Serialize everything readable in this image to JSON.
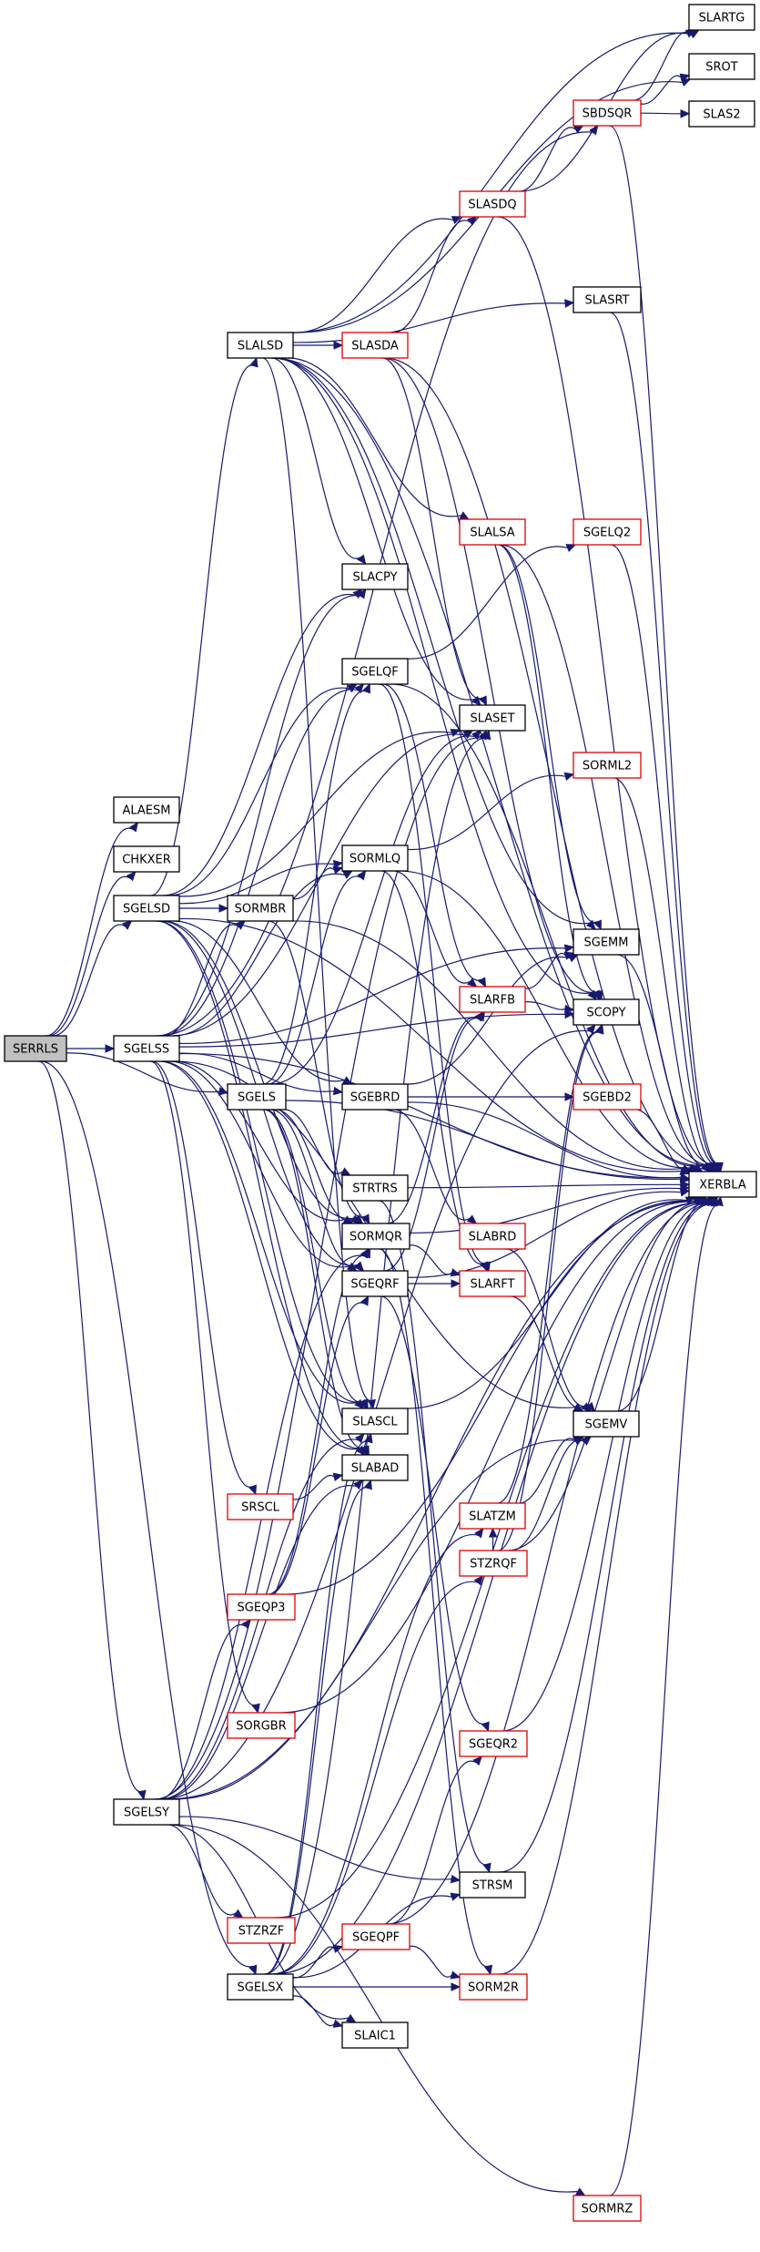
{
  "graph": {
    "nodes": [
      {
        "id": "SERRLS",
        "label": "SERRLS",
        "kind": "root"
      },
      {
        "id": "ALAESM",
        "label": "ALAESM",
        "kind": "documented"
      },
      {
        "id": "CHKXER",
        "label": "CHKXER",
        "kind": "documented"
      },
      {
        "id": "SGELSD",
        "label": "SGELSD",
        "kind": "documented"
      },
      {
        "id": "SGELSS",
        "label": "SGELSS",
        "kind": "documented"
      },
      {
        "id": "SGELS",
        "label": "SGELS",
        "kind": "documented"
      },
      {
        "id": "SGELSY",
        "label": "SGELSY",
        "kind": "documented"
      },
      {
        "id": "SGELSX",
        "label": "SGELSX",
        "kind": "documented"
      },
      {
        "id": "SLALSD",
        "label": "SLALSD",
        "kind": "documented"
      },
      {
        "id": "SORMBR",
        "label": "SORMBR",
        "kind": "documented"
      },
      {
        "id": "SLASDA",
        "label": "SLASDA",
        "kind": "undocumented"
      },
      {
        "id": "SLASDQ",
        "label": "SLASDQ",
        "kind": "undocumented"
      },
      {
        "id": "SBDSQR",
        "label": "SBDSQR",
        "kind": "undocumented"
      },
      {
        "id": "SLARTG",
        "label": "SLARTG",
        "kind": "documented"
      },
      {
        "id": "SROT",
        "label": "SROT",
        "kind": "documented"
      },
      {
        "id": "SLAS2",
        "label": "SLAS2",
        "kind": "documented"
      },
      {
        "id": "SLASRT",
        "label": "SLASRT",
        "kind": "documented"
      },
      {
        "id": "SLALSA",
        "label": "SLALSA",
        "kind": "undocumented"
      },
      {
        "id": "SGELQ2",
        "label": "SGELQ2",
        "kind": "undocumented"
      },
      {
        "id": "SLACPY",
        "label": "SLACPY",
        "kind": "documented"
      },
      {
        "id": "SGELQF",
        "label": "SGELQF",
        "kind": "documented"
      },
      {
        "id": "SLASET",
        "label": "SLASET",
        "kind": "documented"
      },
      {
        "id": "SORML2",
        "label": "SORML2",
        "kind": "undocumented"
      },
      {
        "id": "SORMLQ",
        "label": "SORMLQ",
        "kind": "documented"
      },
      {
        "id": "SGEMM",
        "label": "SGEMM",
        "kind": "documented"
      },
      {
        "id": "SLARFB",
        "label": "SLARFB",
        "kind": "undocumented"
      },
      {
        "id": "SCOPY",
        "label": "SCOPY",
        "kind": "documented"
      },
      {
        "id": "SGEBRD",
        "label": "SGEBRD",
        "kind": "documented"
      },
      {
        "id": "SGEBD2",
        "label": "SGEBD2",
        "kind": "undocumented"
      },
      {
        "id": "XERBLA",
        "label": "XERBLA",
        "kind": "documented"
      },
      {
        "id": "STRTRS",
        "label": "STRTRS",
        "kind": "documented"
      },
      {
        "id": "SORMQR",
        "label": "SORMQR",
        "kind": "documented"
      },
      {
        "id": "SLABRD",
        "label": "SLABRD",
        "kind": "undocumented"
      },
      {
        "id": "SGEQRF",
        "label": "SGEQRF",
        "kind": "documented"
      },
      {
        "id": "SLARFT",
        "label": "SLARFT",
        "kind": "undocumented"
      },
      {
        "id": "SLASCL",
        "label": "SLASCL",
        "kind": "documented"
      },
      {
        "id": "SGEMV",
        "label": "SGEMV",
        "kind": "documented"
      },
      {
        "id": "SLABAD",
        "label": "SLABAD",
        "kind": "documented"
      },
      {
        "id": "SRSCL",
        "label": "SRSCL",
        "kind": "undocumented"
      },
      {
        "id": "SLATZM",
        "label": "SLATZM",
        "kind": "undocumented"
      },
      {
        "id": "STZRQF",
        "label": "STZRQF",
        "kind": "undocumented"
      },
      {
        "id": "SGEQP3",
        "label": "SGEQP3",
        "kind": "undocumented"
      },
      {
        "id": "SORGBR",
        "label": "SORGBR",
        "kind": "undocumented"
      },
      {
        "id": "SGEQR2",
        "label": "SGEQR2",
        "kind": "undocumented"
      },
      {
        "id": "STRSM",
        "label": "STRSM",
        "kind": "documented"
      },
      {
        "id": "STZRZF",
        "label": "STZRZF",
        "kind": "undocumented"
      },
      {
        "id": "SGEQPF",
        "label": "SGEQPF",
        "kind": "undocumented"
      },
      {
        "id": "SORM2R",
        "label": "SORM2R",
        "kind": "undocumented"
      },
      {
        "id": "SLAIC1",
        "label": "SLAIC1",
        "kind": "documented"
      },
      {
        "id": "SORMRZ",
        "label": "SORMRZ",
        "kind": "undocumented"
      }
    ],
    "edges": [
      [
        "SERRLS",
        "ALAESM"
      ],
      [
        "SERRLS",
        "CHKXER"
      ],
      [
        "SERRLS",
        "SGELSD"
      ],
      [
        "SERRLS",
        "SGELSS"
      ],
      [
        "SERRLS",
        "SGELS"
      ],
      [
        "SERRLS",
        "SGELSY"
      ],
      [
        "SERRLS",
        "SGELSX"
      ],
      [
        "SGELSD",
        "SLALSD"
      ],
      [
        "SGELSD",
        "SORMBR"
      ],
      [
        "SGELSD",
        "SLACPY"
      ],
      [
        "SGELSD",
        "SGELQF"
      ],
      [
        "SGELSD",
        "SLASET"
      ],
      [
        "SGELSD",
        "SORMLQ"
      ],
      [
        "SGELSD",
        "SGEBRD"
      ],
      [
        "SGELSD",
        "SORMQR"
      ],
      [
        "SGELSD",
        "SGEQRF"
      ],
      [
        "SGELSD",
        "SLASCL"
      ],
      [
        "SGELSD",
        "SLABAD"
      ],
      [
        "SGELSD",
        "XERBLA"
      ],
      [
        "SLALSD",
        "SLASDA"
      ],
      [
        "SLALSD",
        "SLASDQ"
      ],
      [
        "SLALSD",
        "SLARTG"
      ],
      [
        "SLALSD",
        "SROT"
      ],
      [
        "SLALSD",
        "SLASRT"
      ],
      [
        "SLALSD",
        "SLALSA"
      ],
      [
        "SLALSD",
        "SLACPY"
      ],
      [
        "SLALSD",
        "SLASET"
      ],
      [
        "SLALSD",
        "SGEMM"
      ],
      [
        "SLALSD",
        "SCOPY"
      ],
      [
        "SLALSD",
        "SLASCL"
      ],
      [
        "SLALSD",
        "XERBLA"
      ],
      [
        "SLASDA",
        "SLASDQ"
      ],
      [
        "SLASDA",
        "SLASET"
      ],
      [
        "SLASDA",
        "SCOPY"
      ],
      [
        "SLASDA",
        "XERBLA"
      ],
      [
        "SLASDQ",
        "SBDSQR"
      ],
      [
        "SLASDQ",
        "SLARTG"
      ],
      [
        "SLASDQ",
        "XERBLA"
      ],
      [
        "SBDSQR",
        "SLARTG"
      ],
      [
        "SBDSQR",
        "SROT"
      ],
      [
        "SBDSQR",
        "SLAS2"
      ],
      [
        "SBDSQR",
        "XERBLA"
      ],
      [
        "SLASRT",
        "XERBLA"
      ],
      [
        "SLALSA",
        "SGEMM"
      ],
      [
        "SLALSA",
        "SCOPY"
      ],
      [
        "SLALSA",
        "XERBLA"
      ],
      [
        "SGELQ2",
        "XERBLA"
      ],
      [
        "SGELQF",
        "SGELQ2"
      ],
      [
        "SGELQF",
        "SLARFB"
      ],
      [
        "SGELQF",
        "SLARFT"
      ],
      [
        "SGELQF",
        "XERBLA"
      ],
      [
        "SORMLQ",
        "SORML2"
      ],
      [
        "SORMLQ",
        "SLARFB"
      ],
      [
        "SORMLQ",
        "SLARFT"
      ],
      [
        "SORMLQ",
        "XERBLA"
      ],
      [
        "SORML2",
        "XERBLA"
      ],
      [
        "SORMBR",
        "SORMLQ"
      ],
      [
        "SORMBR",
        "SORMQR"
      ],
      [
        "SORMBR",
        "XERBLA"
      ],
      [
        "SGELSS",
        "SBDSQR"
      ],
      [
        "SGELSS",
        "SLACPY"
      ],
      [
        "SGELSS",
        "SGELQF"
      ],
      [
        "SGELSS",
        "SLASET"
      ],
      [
        "SGELSS",
        "SORMLQ"
      ],
      [
        "SGELSS",
        "SORMBR"
      ],
      [
        "SGELSS",
        "SGEMM"
      ],
      [
        "SGELSS",
        "SCOPY"
      ],
      [
        "SGELSS",
        "SGEBRD"
      ],
      [
        "SGELSS",
        "SORMQR"
      ],
      [
        "SGELSS",
        "SGEQRF"
      ],
      [
        "SGELSS",
        "SLASCL"
      ],
      [
        "SGELSS",
        "SLABAD"
      ],
      [
        "SGELSS",
        "SRSCL"
      ],
      [
        "SGELSS",
        "SORGBR"
      ],
      [
        "SGELSS",
        "SGEMV"
      ],
      [
        "SGELSS",
        "XERBLA"
      ],
      [
        "SGELS",
        "SGELQF"
      ],
      [
        "SGELS",
        "SLASET"
      ],
      [
        "SGELS",
        "SORMLQ"
      ],
      [
        "SGELS",
        "STRTRS"
      ],
      [
        "SGELS",
        "SORMQR"
      ],
      [
        "SGELS",
        "SGEQRF"
      ],
      [
        "SGELS",
        "SLASCL"
      ],
      [
        "SGELS",
        "SLABAD"
      ],
      [
        "SGELS",
        "XERBLA"
      ],
      [
        "SGEBRD",
        "SGEBD2"
      ],
      [
        "SGEBRD",
        "SLABRD"
      ],
      [
        "SGEBRD",
        "SGEMM"
      ],
      [
        "SGEBRD",
        "XERBLA"
      ],
      [
        "SGEBD2",
        "XERBLA"
      ],
      [
        "SLABRD",
        "SGEMV"
      ],
      [
        "SLARFB",
        "SGEMM"
      ],
      [
        "SLARFB",
        "SCOPY"
      ],
      [
        "SLARFT",
        "SGEMV"
      ],
      [
        "STRTRS",
        "STRSM"
      ],
      [
        "STRTRS",
        "XERBLA"
      ],
      [
        "SORMQR",
        "SORM2R"
      ],
      [
        "SORMQR",
        "SLARFB"
      ],
      [
        "SORMQR",
        "SLARFT"
      ],
      [
        "SORMQR",
        "XERBLA"
      ],
      [
        "SGEQRF",
        "SGEQR2"
      ],
      [
        "SGEQRF",
        "SLARFB"
      ],
      [
        "SGEQRF",
        "SLARFT"
      ],
      [
        "SGEQRF",
        "XERBLA"
      ],
      [
        "SLASCL",
        "XERBLA"
      ],
      [
        "SGEMM",
        "XERBLA"
      ],
      [
        "SGEMV",
        "XERBLA"
      ],
      [
        "SRSCL",
        "SLABAD"
      ],
      [
        "SLATZM",
        "SGEMV"
      ],
      [
        "SLATZM",
        "SCOPY"
      ],
      [
        "STZRQF",
        "SLATZM"
      ],
      [
        "STZRQF",
        "SGEMV"
      ],
      [
        "STZRQF",
        "SCOPY"
      ],
      [
        "STZRQF",
        "XERBLA"
      ],
      [
        "SGEQP3",
        "SGEQRF"
      ],
      [
        "SGEQP3",
        "SORMQR"
      ],
      [
        "SGEQP3",
        "XERBLA"
      ],
      [
        "SORGBR",
        "XERBLA"
      ],
      [
        "SGEQR2",
        "XERBLA"
      ],
      [
        "STRSM",
        "XERBLA"
      ],
      [
        "SGELSY",
        "SGEQP3"
      ],
      [
        "SGELSY",
        "SORMQR"
      ],
      [
        "SGELSY",
        "STZRZF"
      ],
      [
        "SGELSY",
        "SORMRZ"
      ],
      [
        "SGELSY",
        "STRSM"
      ],
      [
        "SGELSY",
        "SLAIC1"
      ],
      [
        "SGELSY",
        "SLASET"
      ],
      [
        "SGELSY",
        "SLASCL"
      ],
      [
        "SGELSY",
        "SLABAD"
      ],
      [
        "SGELSY",
        "SCOPY"
      ],
      [
        "SGELSY",
        "SGEMV"
      ],
      [
        "SGELSY",
        "XERBLA"
      ],
      [
        "STZRZF",
        "XERBLA"
      ],
      [
        "SGELSX",
        "SGEQPF"
      ],
      [
        "SGELSX",
        "SORM2R"
      ],
      [
        "SGELSX",
        "STZRQF"
      ],
      [
        "SGELSX",
        "STRSM"
      ],
      [
        "SGELSX",
        "SLAIC1"
      ],
      [
        "SGELSX",
        "SLASET"
      ],
      [
        "SGELSX",
        "SLASCL"
      ],
      [
        "SGELSX",
        "SLABAD"
      ],
      [
        "SGELSX",
        "SLATZM"
      ],
      [
        "SGELSX",
        "XERBLA"
      ],
      [
        "SGEQPF",
        "SGEQR2"
      ],
      [
        "SGEQPF",
        "SORM2R"
      ],
      [
        "SGEQPF",
        "XERBLA"
      ],
      [
        "SORM2R",
        "XERBLA"
      ],
      [
        "SORMRZ",
        "XERBLA"
      ]
    ]
  }
}
